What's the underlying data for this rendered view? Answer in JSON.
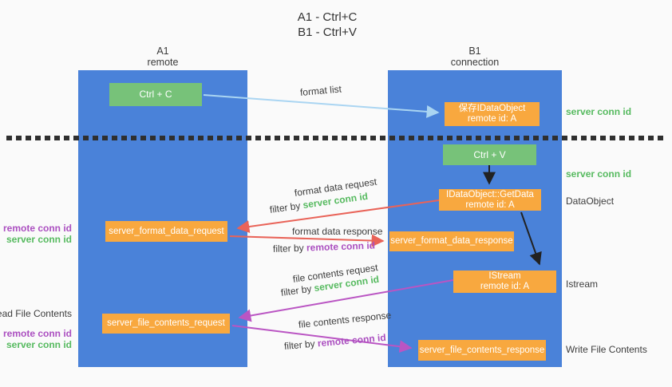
{
  "title": {
    "line1": "A1 - Ctrl+C",
    "line2": "B1 - Ctrl+V"
  },
  "lanes": {
    "a1": {
      "name": "A1",
      "subtitle": "remote"
    },
    "b1": {
      "name": "B1",
      "subtitle": "connection"
    }
  },
  "nodes": {
    "ctrl_c": {
      "label": "Ctrl + C"
    },
    "ctrl_v": {
      "label": "Ctrl + V"
    },
    "save_idataobject": {
      "line1": "保存IDataObject",
      "line2": "remote id: A"
    },
    "idataobject_getdata": {
      "line1": "IDataObject::GetData",
      "line2": "remote id: A"
    },
    "istream": {
      "line1": "IStream",
      "line2": "remote id: A"
    },
    "server_format_data_request": {
      "label": "server_format_data_request"
    },
    "server_format_data_response": {
      "label": "server_format_data_response"
    },
    "server_file_contents_request": {
      "label": "server_file_contents_request"
    },
    "server_file_contents_response": {
      "label": "server_file_contents_response"
    }
  },
  "arrow_labels": {
    "format_list": "format list",
    "format_data_request": "format data request",
    "format_data_response": "format data response",
    "file_contents_request": "file contents request",
    "file_contents_response": "file contents response",
    "filter_by": "filter by",
    "server_conn_id": "server conn id",
    "remote_conn_id": "remote conn id"
  },
  "side_labels": {
    "right": {
      "server_conn_id_top": "server conn id",
      "server_conn_id_mid": "server conn id",
      "dataobject": "DataObject",
      "istream": "Istream",
      "write_file_contents": "Write File Contents"
    },
    "left": {
      "remote_conn_id_1": "remote conn id",
      "server_conn_id_1": "server conn id",
      "read_file_contents": "Read File Contents",
      "remote_conn_id_2": "remote conn id",
      "server_conn_id_2": "server conn id"
    }
  },
  "colors": {
    "column_blue": "#4a82d9",
    "green_box": "#77c279",
    "orange_box": "#f8a83f",
    "arrow_lightblue": "#aad5f2",
    "arrow_red": "#e96358",
    "arrow_purple": "#ba55c3",
    "arrow_black": "#222222",
    "text_green": "#56ba5f",
    "text_purple": "#ab4fc0",
    "text_gray": "#3d3d3d"
  }
}
